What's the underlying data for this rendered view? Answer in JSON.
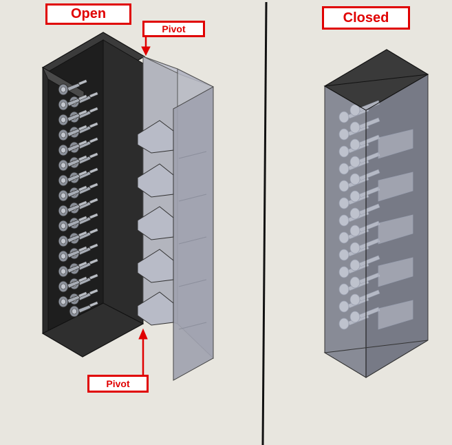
{
  "labels": {
    "open": "Open",
    "closed": "Closed",
    "pivot_top": "Pivot",
    "pivot_bottom": "Pivot"
  },
  "colors": {
    "background": "#e8e6df",
    "label_red": "#e00000",
    "cabinet_dark": "#3a3a3a",
    "door_glass": "#a9abb8"
  }
}
